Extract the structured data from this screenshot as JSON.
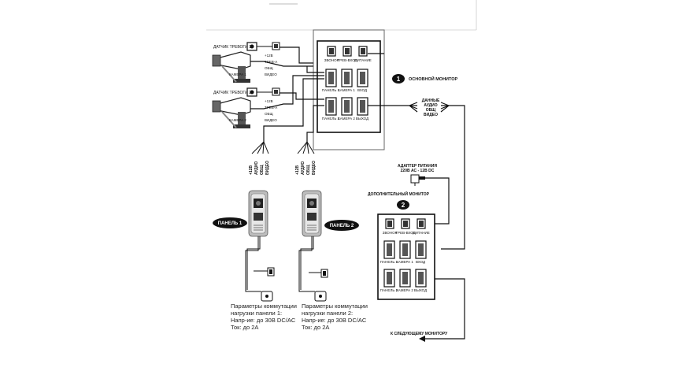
{
  "cameras": [
    {
      "sensor_label": "ДАТЧИК ТРЕВОГИ 1",
      "camera_label": "КАМЕРА 1",
      "wires": [
        "+12В",
        "ТРЕВ-А",
        "ОБЩ",
        "ВИДЕО"
      ]
    },
    {
      "sensor_label": "ДАТЧИК ТРЕВОГИ 2",
      "camera_label": "КАМЕРА 2",
      "wires": [
        "+12В",
        "ТРЕВ-А",
        "ОБЩ",
        "ВИДЕО"
      ]
    }
  ],
  "main_monitor": {
    "number": "1",
    "title": "ОСНОВНОЙ МОНИТОР",
    "top_ports": [
      "ЗВОНОК",
      "ТРЕВ-ВХОД",
      "ПИТАНИЕ"
    ],
    "mid_ports": [
      "ПАНЕЛЬ 1",
      "КАМЕРА 1",
      "ВХОД"
    ],
    "bot_ports": [
      "ПАНЕЛЬ 2",
      "КАМЕРА 2",
      "ВЫХОД"
    ]
  },
  "bus_labels": [
    "ДАННЫЕ",
    "АУДИО",
    "ОБЩ",
    "ВИДЕО"
  ],
  "panel_wires": [
    "+12В",
    "АУДИО",
    "ОБЩ",
    "ВИДЕО"
  ],
  "adapter": {
    "line1": "АДАПТЕР ПИТАНИЯ",
    "line2": "220В АС - 12В DC"
  },
  "extra_monitor": {
    "number": "2",
    "title": "ДОПОЛНИТЕЛЬНЫЙ МОНИТОР",
    "top_ports": [
      "ЗВОНОК",
      "ТРЕВ-ВХОД",
      "ПИТАНИЕ"
    ],
    "mid_ports": [
      "ПАНЕЛЬ 1",
      "КАМЕРА 1",
      "ВХОД"
    ],
    "bot_ports": [
      "ПАНЕЛЬ 2",
      "КАМЕРА 2",
      "ВЫХОД"
    ]
  },
  "panels": [
    {
      "label": "ПАНЕЛЬ 1",
      "note_title": "Параметры коммутации нагрузки панели 1:",
      "voltage": "Напр-ие: до 30В DC/AC",
      "current": "Ток: до 2А"
    },
    {
      "label": "ПАНЕЛЬ 2",
      "note_title": "Параметры коммутации нагрузки панели 2:",
      "voltage": "Напр-ие: до 30В DC/AC",
      "current": "Ток: до 2А"
    }
  ],
  "next_monitor": "К СЛЕДУЮЩЕМУ МОНИТОРУ"
}
